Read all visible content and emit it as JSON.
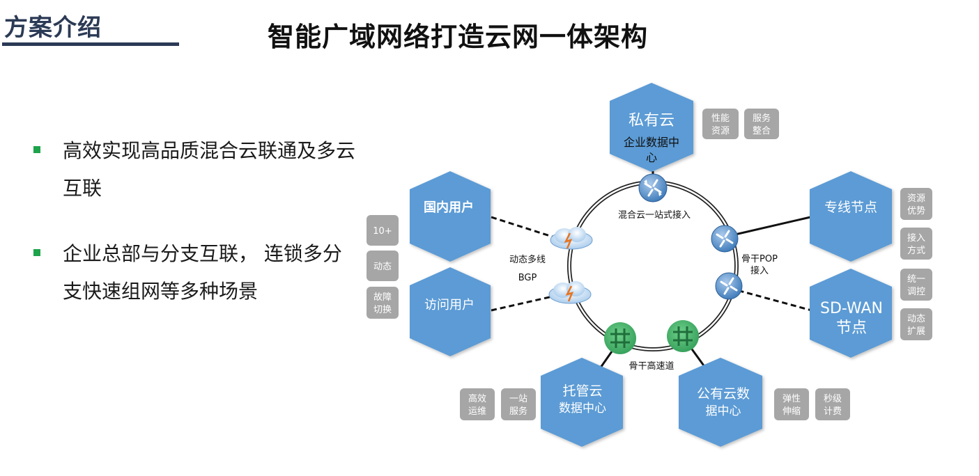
{
  "header": {
    "section_title": "方案介绍",
    "main_title": "智能广域网络打造云网一体架构"
  },
  "bullets": [
    "高效实现高品质混合云联通及多云互联",
    "企业总部与分支互联， 连锁多分支快速组网等多种场景"
  ],
  "colors": {
    "hex_fill": "#5b9bd5",
    "tag_fill": "#a6a6a6",
    "bullet_marker": "#1da34a",
    "title_accent": "#2b3a55"
  },
  "nodes": {
    "private_cloud": {
      "line1": "私有云",
      "line2": "企业数据中",
      "line3": "心"
    },
    "domestic_users": {
      "label": "国内用户"
    },
    "visitor_users": {
      "label": "访问用户"
    },
    "leased_line": {
      "label": "专线节点"
    },
    "sdwan": {
      "line1": "SD-WAN",
      "line2": "节点"
    },
    "hosted_cloud": {
      "line1": "托管云",
      "line2": "数据中心"
    },
    "public_cloud": {
      "line1": "公有云数",
      "line2": "据中心"
    }
  },
  "ring_labels": {
    "hybrid_access": "混合云一站式接入",
    "pop_line1": "骨干POP",
    "pop_line2": "接入",
    "bgp_line1": "动态多线",
    "bgp_line2": "BGP",
    "backbone": "骨干高速道"
  },
  "tags": {
    "perf_resource": [
      "性能",
      "资源"
    ],
    "service_integration": [
      "服务",
      "整合"
    ],
    "resource_advantage": [
      "资源",
      "优势"
    ],
    "access_mode": [
      "接入",
      "方式"
    ],
    "unified_control": [
      "统一",
      "调控"
    ],
    "dynamic_expand": [
      "动态",
      "扩展"
    ],
    "ten_plus": [
      "10+"
    ],
    "dynamic": [
      "动态"
    ],
    "failover": [
      "故障",
      "切换"
    ],
    "efficient_ops": [
      "高效",
      "运维"
    ],
    "one_stop_service": [
      "一站",
      "服务"
    ],
    "elastic_scaling": [
      "弹性",
      "伸缩"
    ],
    "second_billing": [
      "秒级",
      "计费"
    ]
  }
}
